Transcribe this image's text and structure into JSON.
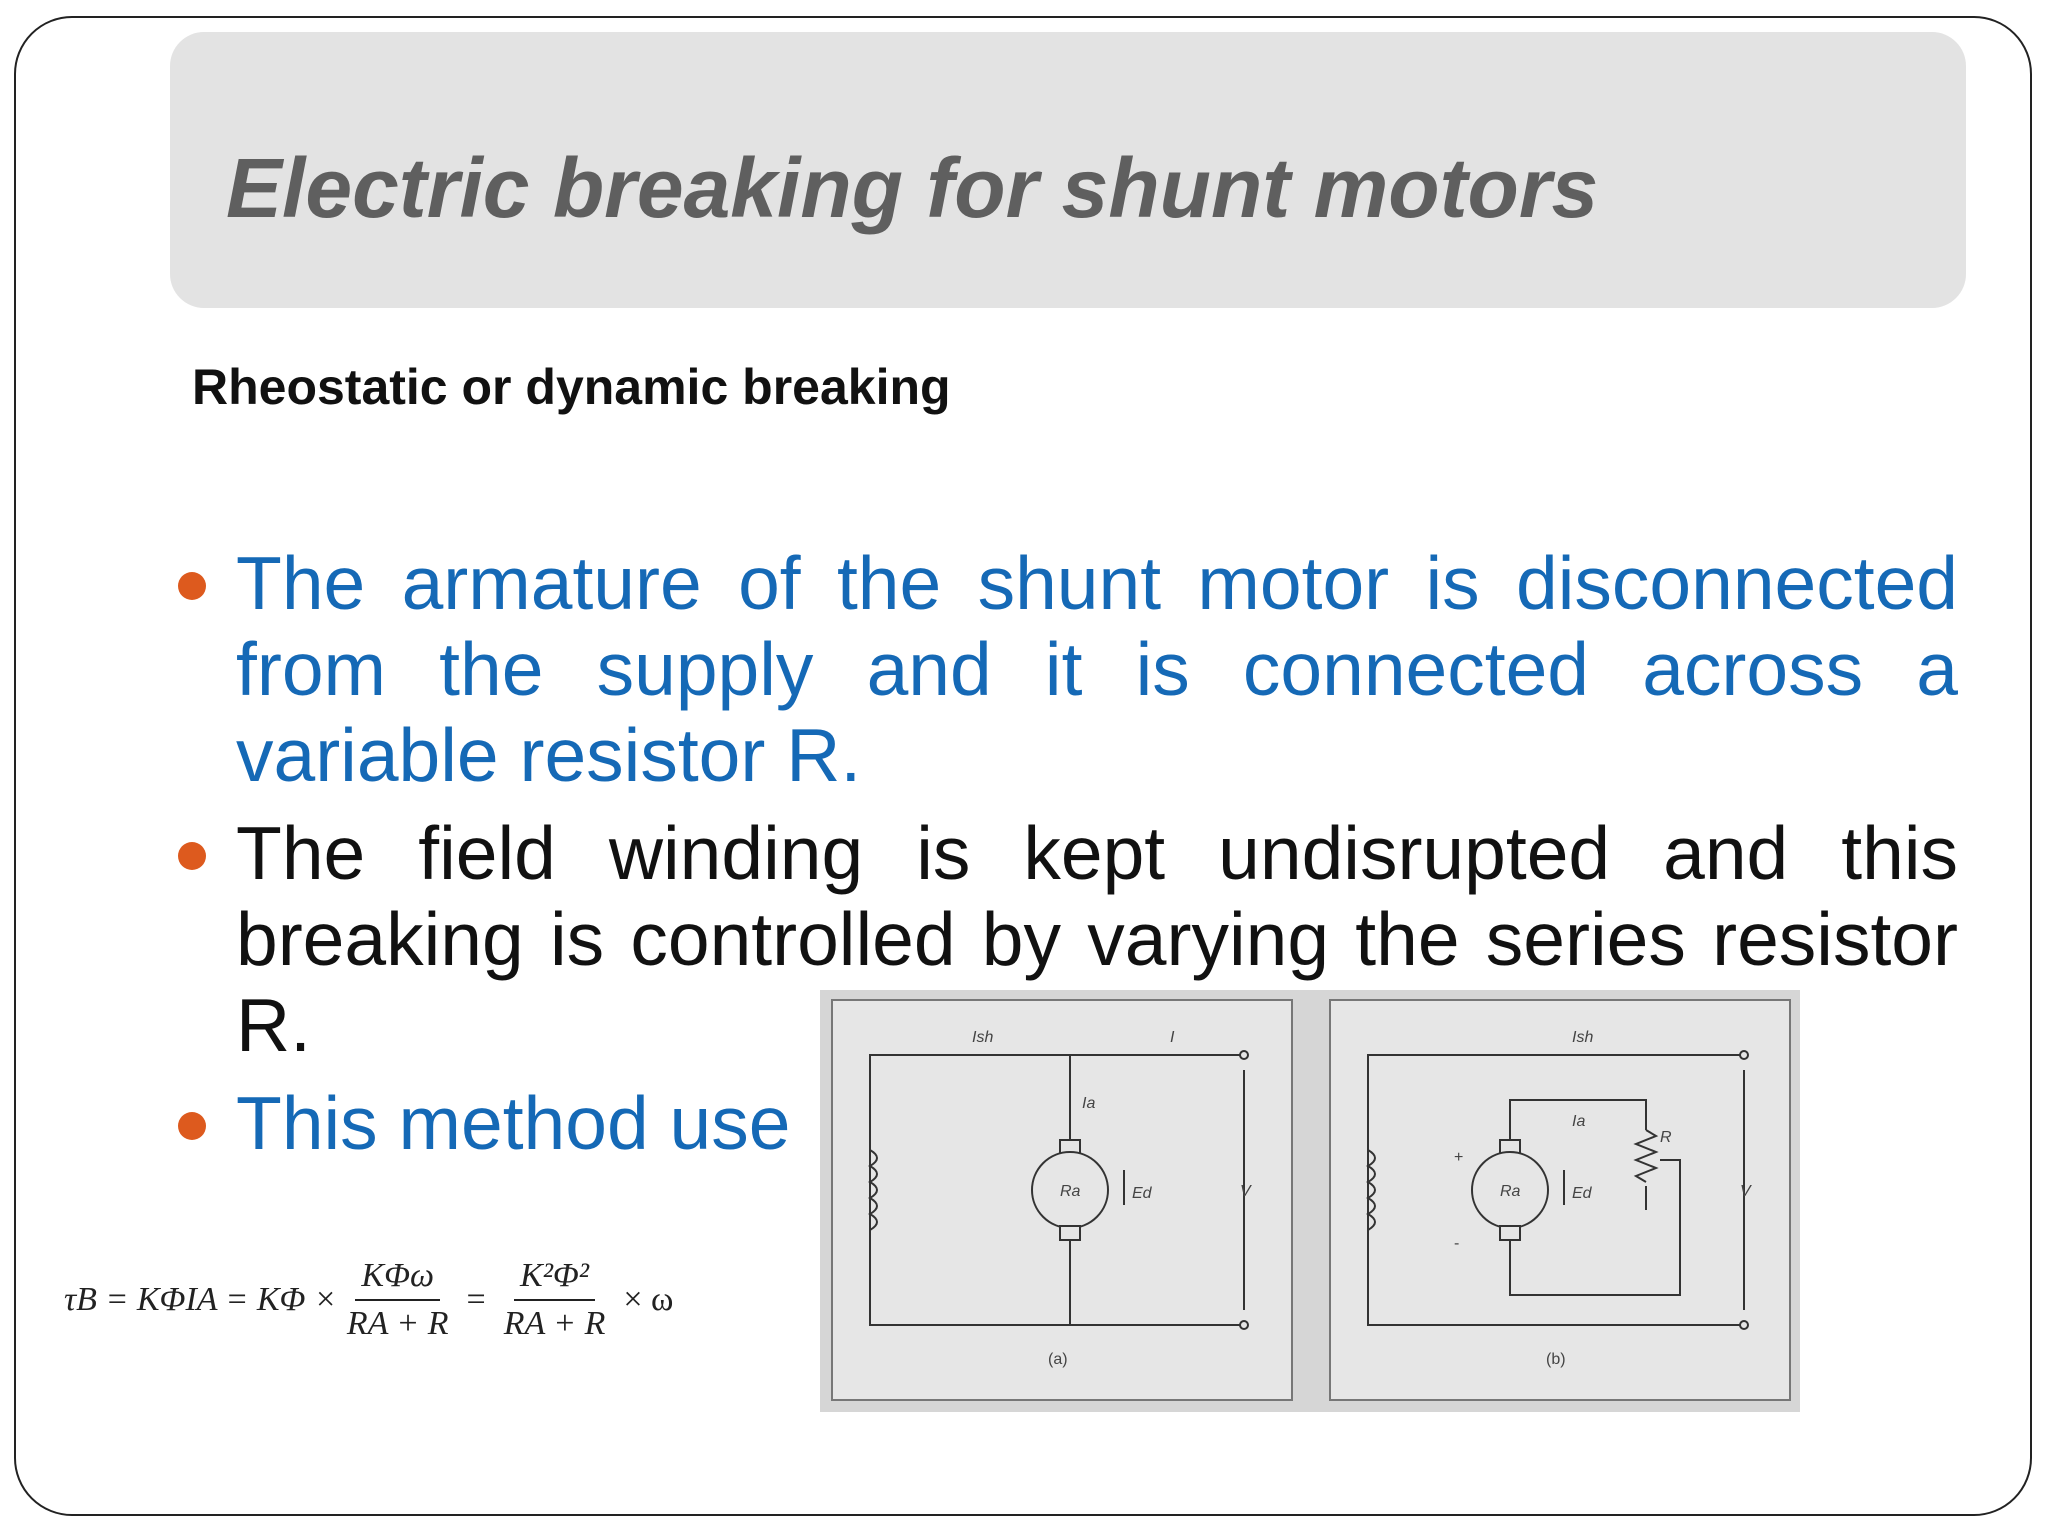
{
  "slide": {
    "title": "Electric breaking for shunt motors",
    "subtitle": "Rheostatic or dynamic breaking",
    "bullets": [
      {
        "text": "The armature of the shunt motor is disconnected from the supply and it is connected across a variable resistor R.",
        "color": "#1569b6"
      },
      {
        "text": " The field winding is kept undisrupted and this breaking is controlled by varying the series resistor R.",
        "color": "#111111"
      },
      {
        "text": "This method use",
        "color": "#1569b6"
      }
    ],
    "bullet_color": "#dd5a1e",
    "title_color": "#5f5f5f",
    "title_box_color": "#e3e3e3"
  },
  "formula": {
    "lhs": "τB = KΦIA = KΦ ×",
    "frac1_num": "KΦω",
    "frac1_den": "RA + R",
    "eq": "=",
    "frac2_num": "K²Φ²",
    "frac2_den": "RA + R",
    "tail": "× ω"
  },
  "circuit": {
    "panel_a_caption": "(a)",
    "panel_b_caption": "(b)",
    "label_ish": "Ish",
    "label_i": "I",
    "label_ia": "Ia",
    "label_ra": "Ra",
    "label_ed": "Ed",
    "label_v": "V",
    "label_r": "R",
    "label_plus": "+",
    "label_minus": "-"
  }
}
